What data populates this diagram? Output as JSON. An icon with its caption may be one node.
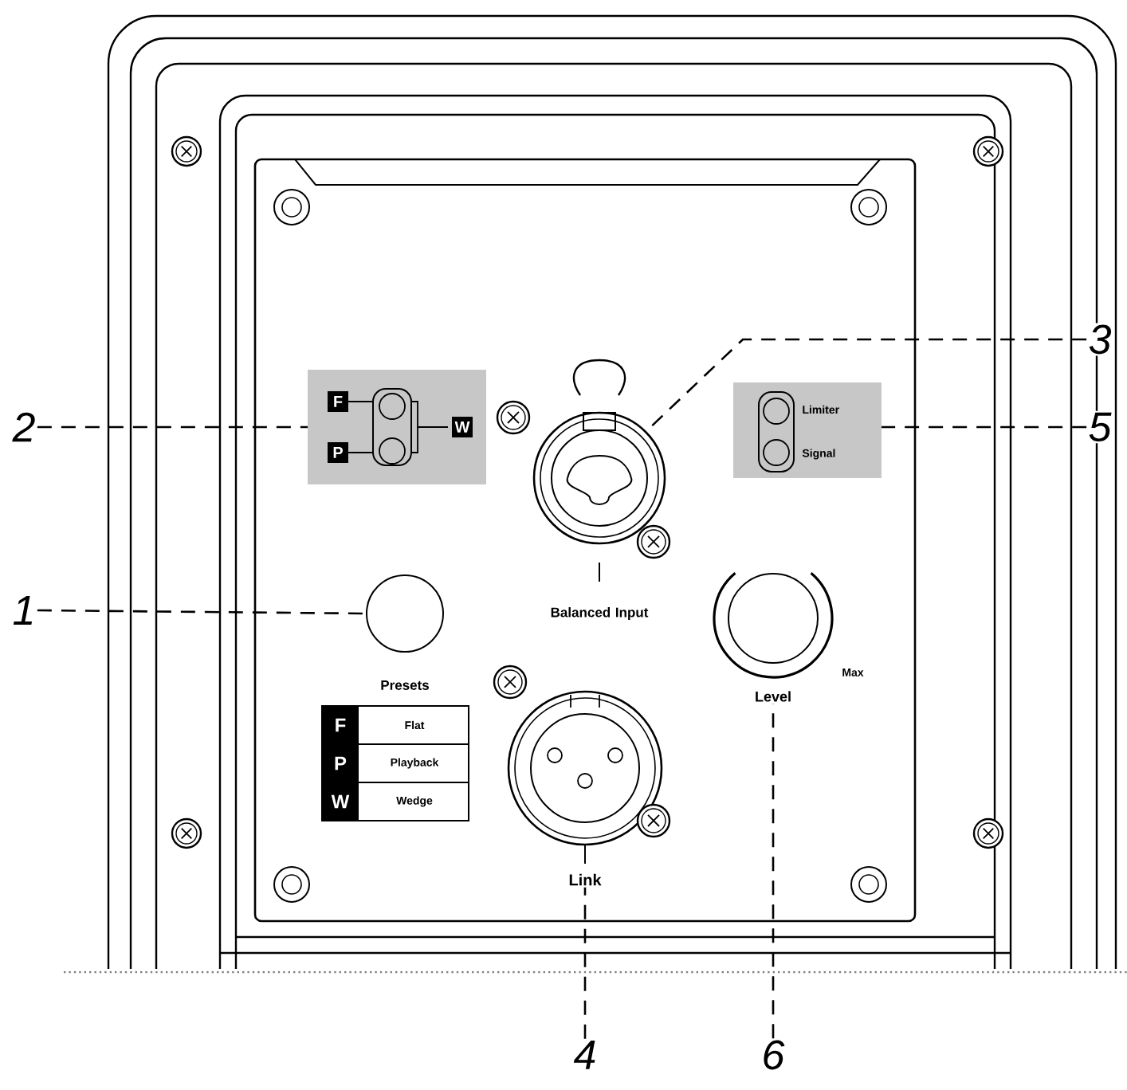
{
  "diagram": {
    "nodes": [
      {
        "text": [
          "1"
        ]
      },
      {
        "text": [
          "Presets"
        ]
      },
      {
        "text": [
          "2"
        ]
      },
      {
        "text": [
          "F",
          "P",
          "W"
        ]
      },
      {
        "text": [
          "3"
        ]
      },
      {
        "text": [
          "Balanced Input"
        ]
      },
      {
        "text": [
          "5"
        ]
      },
      {
        "text": [
          "Limiter",
          "Signal"
        ]
      },
      {
        "text": [
          "4"
        ]
      },
      {
        "text": [
          "Link"
        ]
      },
      {
        "text": [
          "6"
        ]
      },
      {
        "text": [
          "Level"
        ],
        "beside": [
          "Max"
        ]
      }
    ],
    "edges": [
      {
        "from": 0,
        "to": 1,
        "arrow": "none",
        "style": "dashed"
      },
      {
        "from": 2,
        "to": 3,
        "arrow": "none",
        "style": "dashed"
      },
      {
        "from": 4,
        "to": 5,
        "arrow": "none",
        "style": "dashed"
      },
      {
        "from": 6,
        "to": 7,
        "arrow": "none",
        "style": "dashed"
      },
      {
        "from": 8,
        "to": 9,
        "arrow": "none",
        "style": "dashed"
      },
      {
        "from": 10,
        "to": 11,
        "arrow": "none",
        "style": "dashed"
      }
    ],
    "labels": [
      "F",
      "Flat",
      "P",
      "Playback",
      "W",
      "Wedge"
    ]
  }
}
